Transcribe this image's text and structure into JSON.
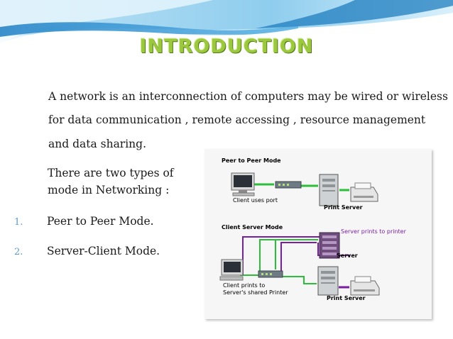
{
  "slide": {
    "title": "INTRODUCTION",
    "intro_lines": [
      "A network is an interconnection of computers may be wired or wireless",
      "for data communication , remote  accessing , resource management",
      "and data sharing."
    ],
    "types_lines": [
      "There are two types of",
      "mode in Networking  :"
    ],
    "list": [
      {
        "number": "1.",
        "text": "Peer  to Peer Mode."
      },
      {
        "number": "2.",
        "text": "Server-Client  Mode."
      }
    ]
  },
  "diagram": {
    "peer_heading": "Peer to Peer Mode",
    "client_uses_port": "Client uses port",
    "print_server_top": "Print Server",
    "client_server_heading": "Client Server Mode",
    "server_prints": "Server prints to printer",
    "server_label": "Server",
    "client_prints_line1": "Client prints to",
    "client_prints_line2": "Server's shared Printer",
    "print_server_bottom": "Print Server"
  },
  "colors": {
    "title": "#9cc83f",
    "list_number": "#5b9bd5",
    "banner_light": "#d4ecf8",
    "banner_dark": "#2f8dcc",
    "cable_green": "#2ebd3a",
    "cable_purple": "#7a1fa2"
  }
}
